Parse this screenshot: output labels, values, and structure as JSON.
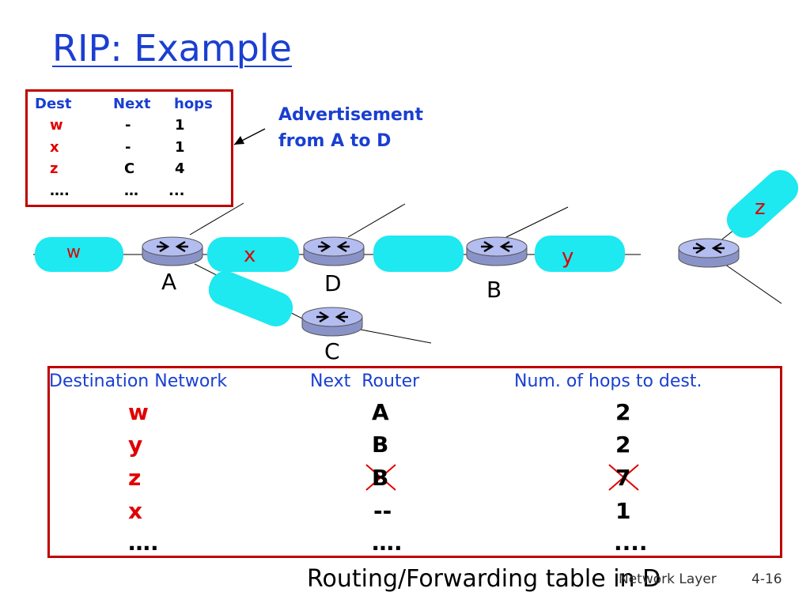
{
  "slide": {
    "title": "RIP: Example",
    "caption": "Routing/Forwarding table in D",
    "footer_label": "Network Layer",
    "page_number": "4-16"
  },
  "advertisement": {
    "label_line1": "Advertisement",
    "label_line2": "from A to D",
    "headers": [
      "Dest",
      "Next",
      "hops"
    ],
    "rows": [
      {
        "dest": "w",
        "next": "-",
        "hops": "1"
      },
      {
        "dest": "x",
        "next": "-",
        "hops": "1"
      },
      {
        "dest": "z",
        "next": "C",
        "hops": "4"
      },
      {
        "dest": "….",
        "next": "…",
        "hops": "..."
      }
    ]
  },
  "network": {
    "routers": [
      "A",
      "D",
      "B",
      "C"
    ],
    "subnets": [
      "w",
      "x",
      "y",
      "z"
    ]
  },
  "routing_table": {
    "headers": [
      "Destination Network",
      "Next  Router",
      "Num. of hops to dest."
    ],
    "rows": [
      {
        "dest": "w",
        "next": "A",
        "hops": "2",
        "next_crossed": false,
        "hops_crossed": false
      },
      {
        "dest": "y",
        "next": "B",
        "hops": "2",
        "next_crossed": false,
        "hops_crossed": false
      },
      {
        "dest": "z",
        "next": "B",
        "hops": "7",
        "next_crossed": true,
        "hops_crossed": true
      },
      {
        "dest": "x",
        "next": "--",
        "hops": "1",
        "next_crossed": false,
        "hops_crossed": false
      },
      {
        "dest": "….",
        "next": "….",
        "hops": "....",
        "next_crossed": false,
        "hops_crossed": false
      }
    ]
  },
  "colors": {
    "title_blue": "#1a3fd1",
    "border_red": "#c00000",
    "dest_red": "#e00000",
    "subnet_cyan": "#1ee8f0",
    "router_fill": "#a9b3e6",
    "cross_red": "#e00000"
  }
}
